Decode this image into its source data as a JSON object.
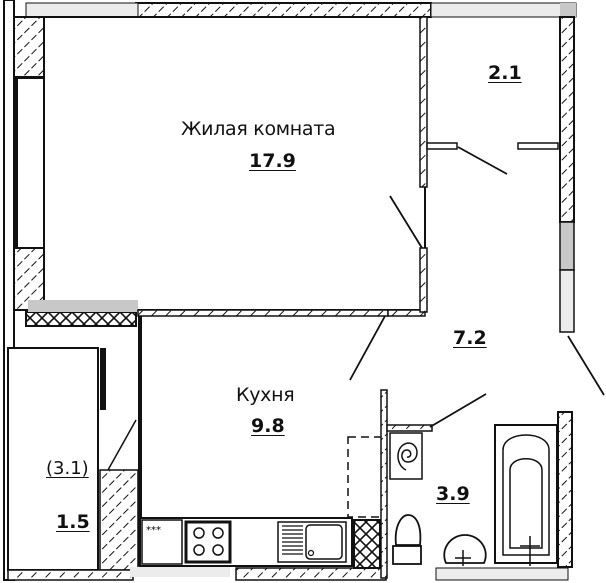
{
  "plan": {
    "type": "apartment-floor-plan",
    "rooms": [
      {
        "name": "Жилая комната",
        "area": "17.9"
      },
      {
        "name": "",
        "area": "2.1"
      },
      {
        "name": "",
        "area": "7.2"
      },
      {
        "name": "Кухня",
        "area": "9.8"
      },
      {
        "name": "",
        "area": "3.9"
      },
      {
        "name": "",
        "area": "1.5",
        "area_total": "(3.1)"
      }
    ],
    "fixtures": [
      "fridge-cabinet",
      "stove",
      "counter",
      "sink",
      "washing-machine-space",
      "boiler",
      "toilet",
      "washbasin",
      "bathtub"
    ],
    "colors": {
      "wall_line": "#111111",
      "window_fill": "#c8c8c8",
      "window_light": "#ececec",
      "background": "#ffffff"
    }
  }
}
